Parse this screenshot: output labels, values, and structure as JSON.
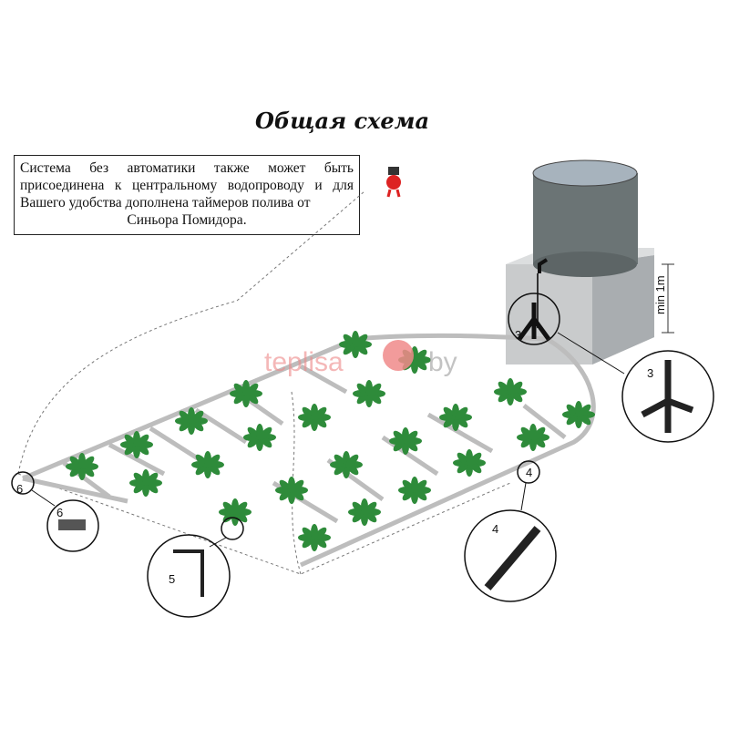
{
  "title": "Общая схема",
  "note": {
    "body": "Система без автоматики также может быть присоединена к центральному водопроводу и для Вашего удобства дополнена таймеров полива от",
    "last_line": "Синьора Помидора."
  },
  "height_label": "min 1m",
  "callouts": [
    "3",
    "3",
    "4",
    "4",
    "5",
    "6",
    "6"
  ],
  "watermark": {
    "left": "teplisa",
    "right": "by"
  },
  "colors": {
    "plant": "#2e8b3a",
    "pipe": "#bdbdbd",
    "tank": "#6b7475",
    "stand": "#c9cbcc"
  }
}
